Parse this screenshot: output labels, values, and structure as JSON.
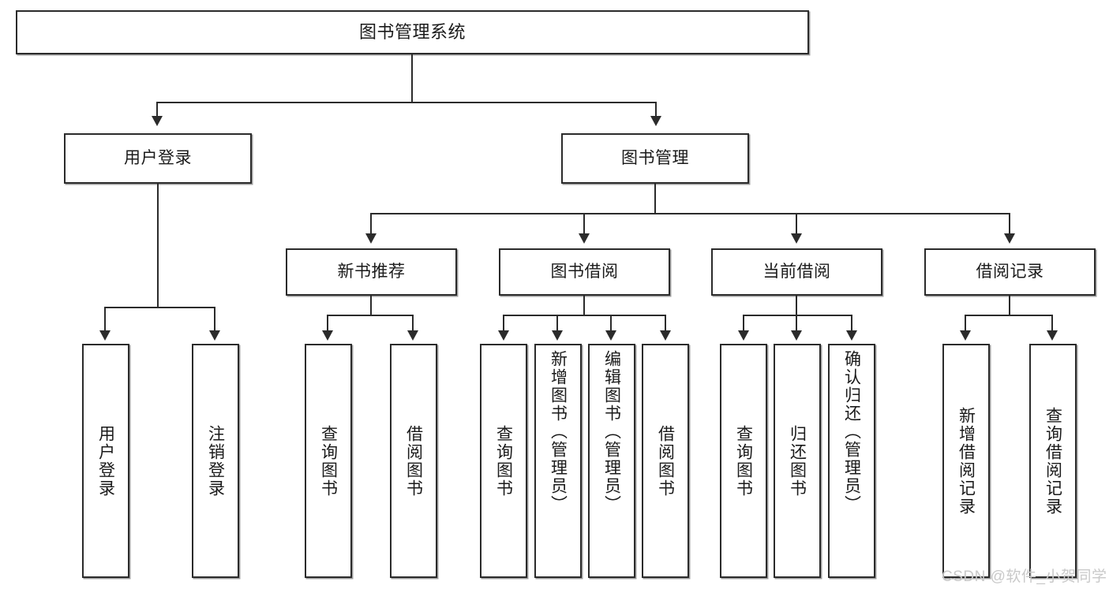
{
  "diagram": {
    "type": "tree-hierarchy-chart",
    "title": "图书管理系统",
    "root": {
      "id": "root",
      "label": "图书管理系统"
    },
    "level1": [
      {
        "id": "user-login",
        "label": "用户登录"
      },
      {
        "id": "book-manage",
        "label": "图书管理"
      }
    ],
    "level2": [
      {
        "id": "new-book-rec",
        "label": "新书推荐",
        "parent": "book-manage"
      },
      {
        "id": "book-borrow",
        "label": "图书借阅",
        "parent": "book-manage"
      },
      {
        "id": "current-borrow",
        "label": "当前借阅",
        "parent": "book-manage"
      },
      {
        "id": "borrow-record",
        "label": "借阅记录",
        "parent": "book-manage"
      }
    ],
    "leaves": [
      {
        "id": "leaf-user-login",
        "label": "用户登录",
        "parent": "user-login"
      },
      {
        "id": "leaf-user-logout",
        "label": "注销登录",
        "parent": "user-login"
      },
      {
        "id": "leaf-query-book-1",
        "label": "查询图书",
        "parent": "new-book-rec"
      },
      {
        "id": "leaf-borrow-book-1",
        "label": "借阅图书",
        "parent": "new-book-rec"
      },
      {
        "id": "leaf-query-book-2",
        "label": "查询图书",
        "parent": "book-borrow"
      },
      {
        "id": "leaf-add-book",
        "label": "新增图书（管理员）",
        "parent": "book-borrow"
      },
      {
        "id": "leaf-edit-book",
        "label": "编辑图书（管理员）",
        "parent": "book-borrow"
      },
      {
        "id": "leaf-borrow-book-2",
        "label": "借阅图书",
        "parent": "book-borrow"
      },
      {
        "id": "leaf-query-book-3",
        "label": "查询图书",
        "parent": "current-borrow"
      },
      {
        "id": "leaf-return-book",
        "label": "归还图书",
        "parent": "current-borrow"
      },
      {
        "id": "leaf-confirm-return",
        "label": "确认归还（管理员）",
        "parent": "current-borrow"
      },
      {
        "id": "leaf-add-record",
        "label": "新增借阅记录",
        "parent": "borrow-record"
      },
      {
        "id": "leaf-query-record",
        "label": "查询借阅记录",
        "parent": "borrow-record"
      }
    ],
    "watermark": "CSDN @软件_小贺同学",
    "colors": {
      "stroke": "#2b2b2b",
      "fill": "#ffffff",
      "text": "#1a1a1a",
      "watermark": "#c9c9c9",
      "background": "#ffffff"
    }
  }
}
